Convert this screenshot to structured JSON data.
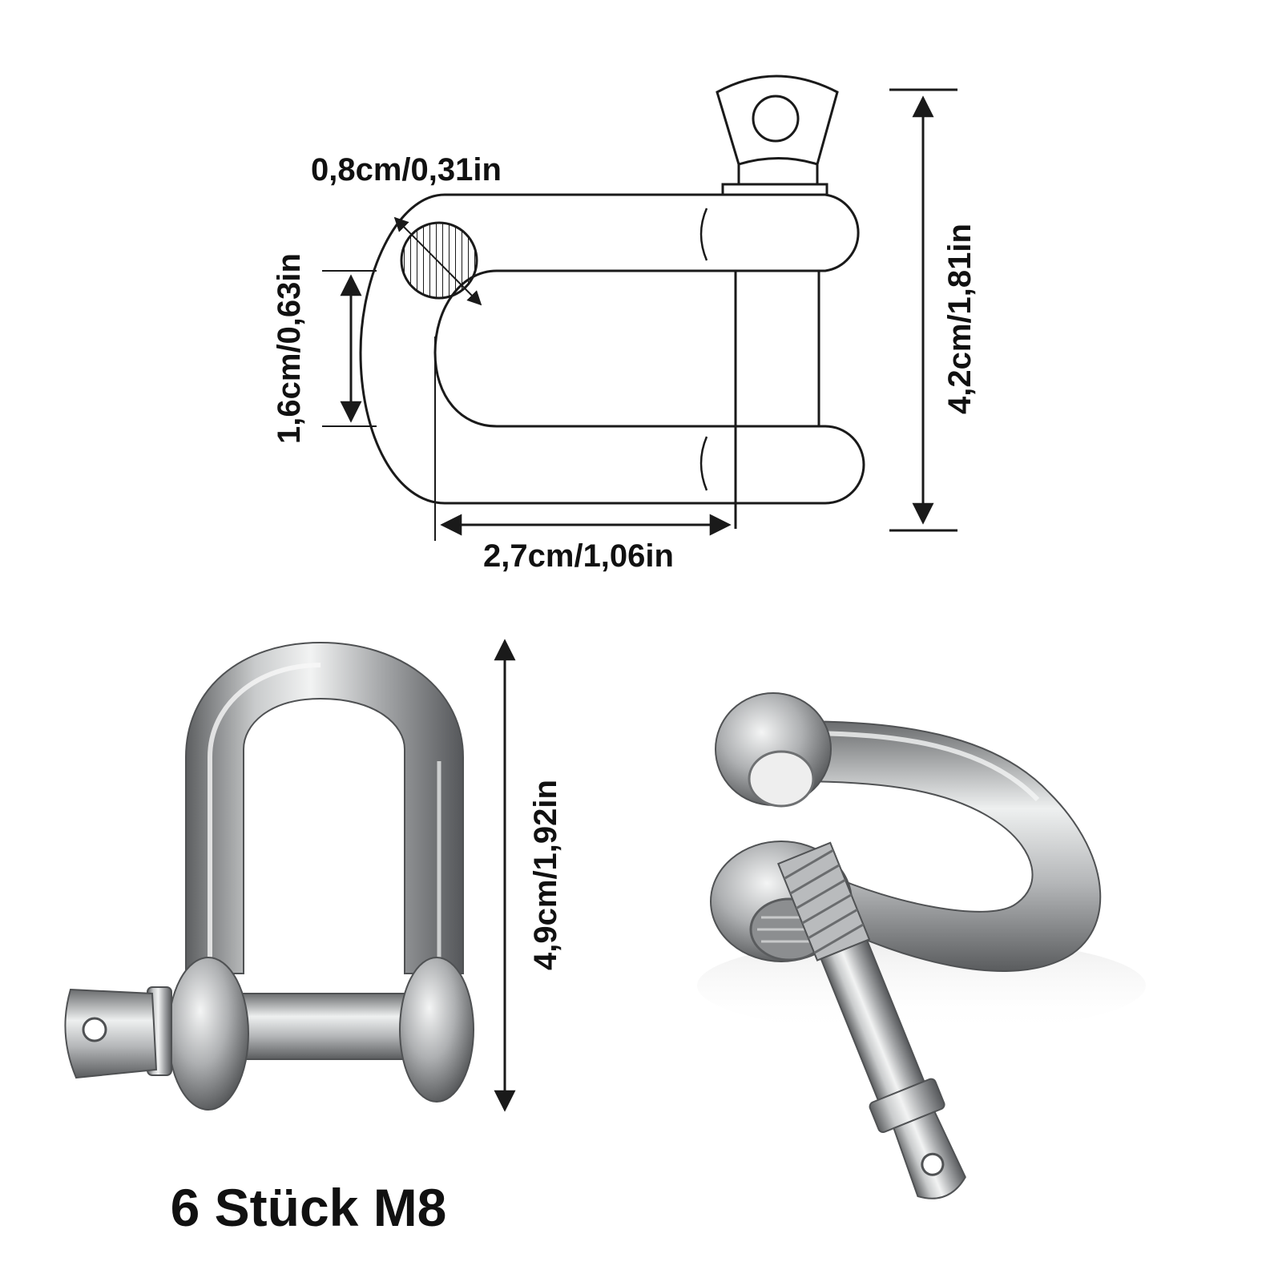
{
  "drawing": {
    "dimensions": {
      "wire_diameter": "0,8cm/0,31in",
      "inner_gap": "1,6cm/0,63in",
      "inner_length": "2,7cm/1,06in",
      "total_height": "4,2cm/1,81in"
    }
  },
  "photos": {
    "front_height_label": "4,9cm/1,92in",
    "caption": "6 Stück M8"
  },
  "colors": {
    "line": "#1a1a1a",
    "steel_light": "#e9eaea",
    "steel_mid": "#a7a9ab",
    "steel_dark": "#5d5f61"
  }
}
